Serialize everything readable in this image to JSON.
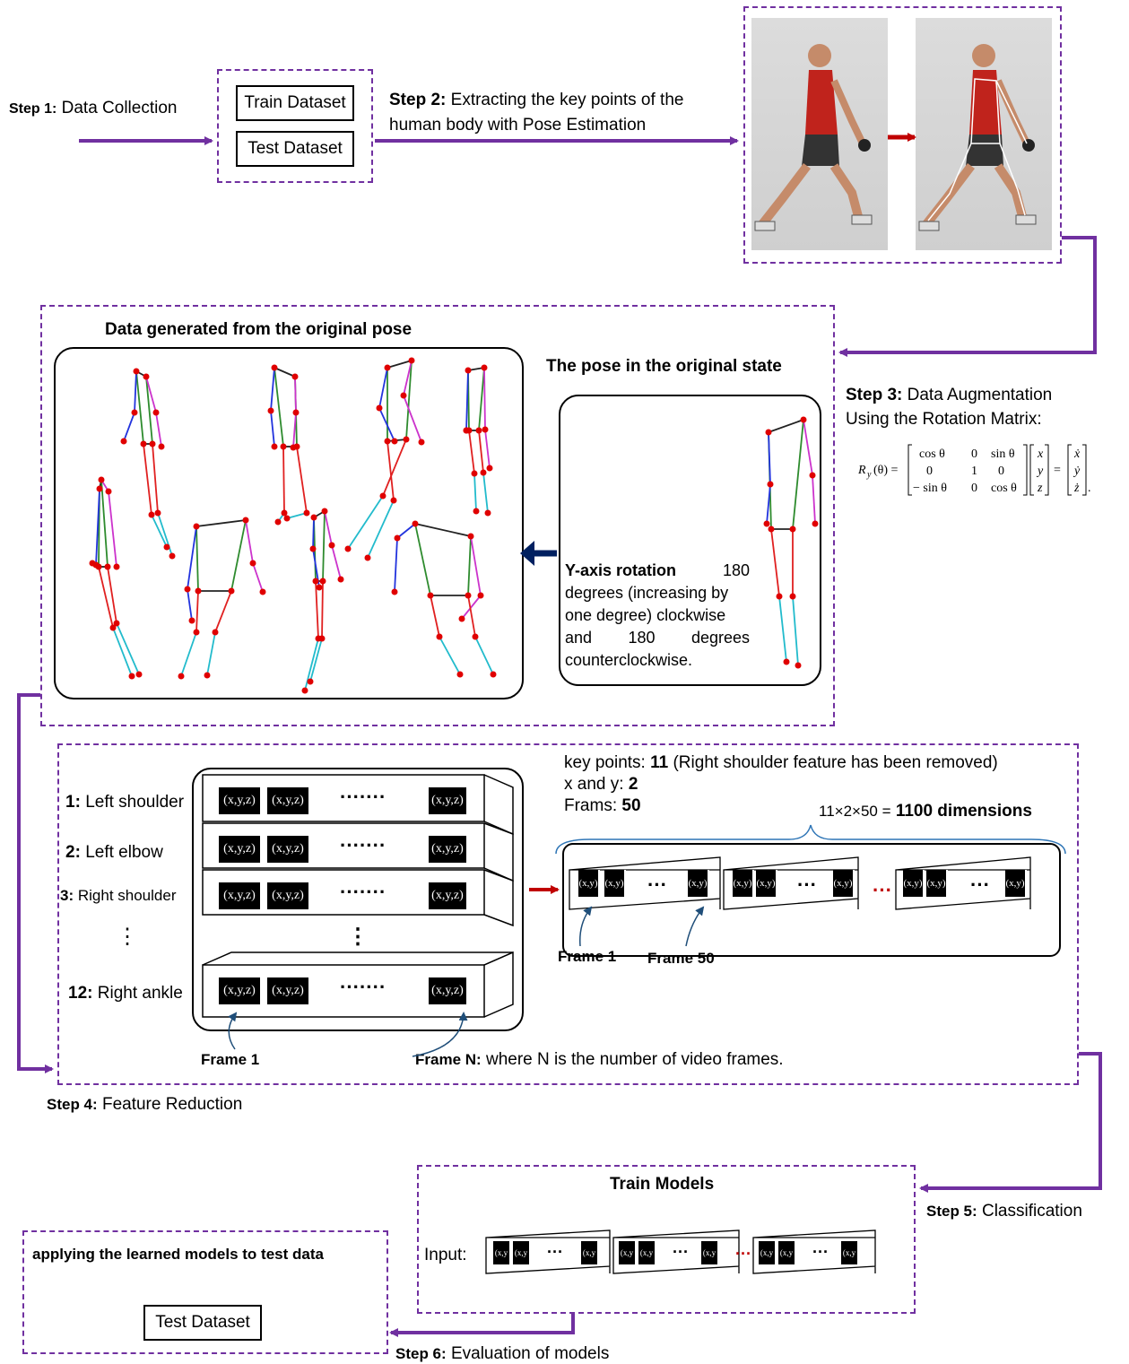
{
  "colors": {
    "purple": "#7030a0",
    "darkred": "#c00000",
    "navy": "#002060",
    "black_cell": "#000000"
  },
  "step1": {
    "title": "Step 1:",
    "text": "Data Collection"
  },
  "dataset_box": {
    "train": "Train Dataset",
    "test": "Test Dataset"
  },
  "step2": {
    "title": "Step 2:",
    "line1": "Extracting the key points of the",
    "line2": "human body with Pose Estimation"
  },
  "step3": {
    "title": "Step 3:",
    "line1": "Data Augmentation",
    "line2": "Using the Rotation Matrix:",
    "formula": "R_y(θ) = [cos θ 0 sin θ; 0 1 0; −sin θ 0 cos θ][x y z] = [ẋ ẏ ż]."
  },
  "augment": {
    "title": "Data generated from the original pose",
    "original_title": "The pose in the original state",
    "rotation_bold": "Y-axis rotation",
    "rotation_l1": "180",
    "rotation_l2": "degrees (increasing by",
    "rotation_l3": "one degree) clockwise",
    "rotation_l4a": "and",
    "rotation_l4b": "180",
    "rotation_l4c": "degrees",
    "rotation_l5": "counterclockwise."
  },
  "features": {
    "rows": [
      {
        "num": "1:",
        "name": "Left shoulder"
      },
      {
        "num": "2:",
        "name": "Left elbow"
      },
      {
        "num": "3:",
        "name": "Right shoulder"
      },
      {
        "num": "12:",
        "name": "Right ankle"
      }
    ],
    "vdots": "⋮",
    "cell": "(x,y,z)",
    "hdots": "·······",
    "frame1": "Frame 1",
    "frameN_bold": "Frame N:",
    "frameN_text": "where N is the number of video frames.",
    "kp_label": "key points:",
    "kp_value": "11",
    "kp_note": "(Right shoulder feature has been removed)",
    "xy_label": "x and y:",
    "xy_value": "2",
    "fr_label": "Frams:",
    "fr_value": "50",
    "dims_formula": "11×2×50 =",
    "dims_value": "1100 dimensions",
    "cell2": "(x,y)",
    "ellipsis": "···",
    "reddots": "···",
    "frame1b": "Frame 1",
    "frame50": "Frame 50"
  },
  "step4": {
    "title": "Step 4:",
    "text": "Feature Reduction"
  },
  "step5": {
    "title": "Step 5:",
    "text": "Classification"
  },
  "train": {
    "title": "Train Models",
    "input": "Input:",
    "cell": "(x,y",
    "ellipsis": "···"
  },
  "apply": {
    "title": "applying the learned models to test data",
    "test": "Test Dataset"
  },
  "step6": {
    "title": "Step 6:",
    "text": "Evaluation of models"
  }
}
